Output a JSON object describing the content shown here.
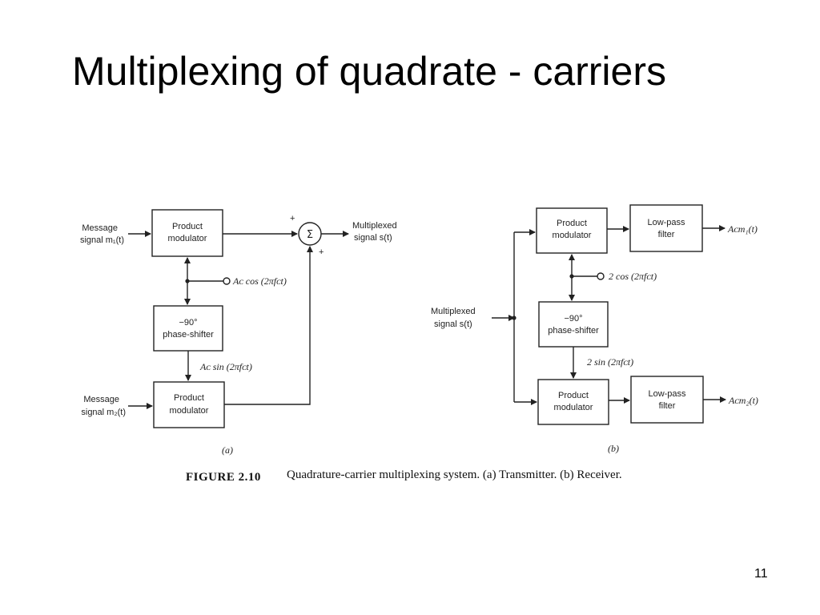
{
  "slide": {
    "title": "Multiplexing of quadrate - carriers",
    "page_number": "11"
  },
  "transmitter": {
    "input1": [
      "Message",
      "signal m₁(t)"
    ],
    "input2": [
      "Message",
      "signal m₂(t)"
    ],
    "modulator_top": [
      "Product",
      "modulator"
    ],
    "modulator_bottom": [
      "Product",
      "modulator"
    ],
    "shifter": [
      "−90°",
      "phase-shifter"
    ],
    "carrier_cos": "Aᴄ cos (2πfᴄt)",
    "carrier_sin": "Aᴄ sin (2πfᴄt)",
    "summer_symbol": "Σ",
    "sum_plus_top": "+",
    "sum_plus_bottom": "+",
    "output": [
      "Multiplexed",
      "signal s(t)"
    ],
    "panel_label": "(a)"
  },
  "receiver": {
    "input": [
      "Multiplexed",
      "signal s(t)"
    ],
    "modulator_top": [
      "Product",
      "modulator"
    ],
    "modulator_bottom": [
      "Product",
      "modulator"
    ],
    "shifter": [
      "−90°",
      "phase-shifter"
    ],
    "lpf_top": [
      "Low-pass",
      "filter"
    ],
    "lpf_bottom": [
      "Low-pass",
      "filter"
    ],
    "carrier_cos": "2 cos (2πfᴄt)",
    "carrier_sin": "2 sin (2πfᴄt)",
    "output_top": "Aᴄm₁(t)",
    "output_bottom": "Aᴄm₂(t)",
    "panel_label": "(b)"
  },
  "caption": {
    "tag": "FIGURE 2.10",
    "text": "Quadrature-carrier multiplexing system. (a) Transmitter. (b) Receiver."
  }
}
